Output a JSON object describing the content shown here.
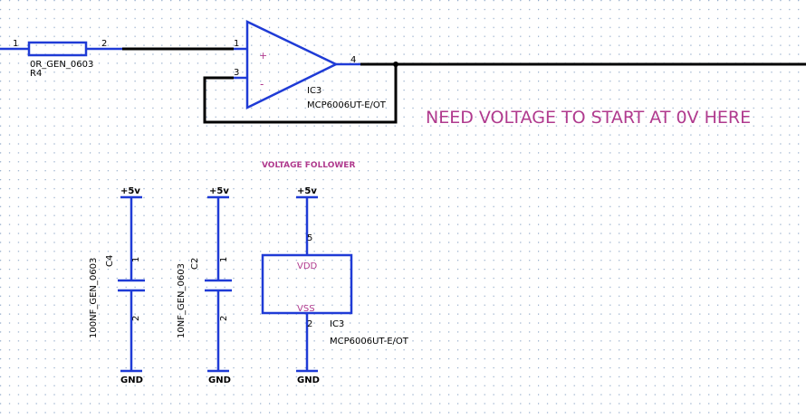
{
  "colors": {
    "grid": "#8fa8c8",
    "wire": "#000000",
    "component": "#1f3bd6",
    "annotation": "#b03a8e"
  },
  "resistor": {
    "pin1": "1",
    "pin2": "2",
    "value": "0R_GEN_0603",
    "ref": "R4"
  },
  "opamp": {
    "ref": "IC3",
    "part": "MCP6006UT-E/OT",
    "pin_in_plus": "1",
    "pin_in_minus": "3",
    "pin_out": "4",
    "plus_sign": "+",
    "minus_sign": "-"
  },
  "note": "NEED VOLTAGE TO START AT 0V HERE",
  "section_label": "VOLTAGE FOLLOWER",
  "cap_c4": {
    "ref": "C4",
    "value": "100NF_GEN_0603",
    "pin1": "1",
    "pin2": "2",
    "supply": "+5v",
    "ground": "GND"
  },
  "cap_c2": {
    "ref": "C2",
    "value": "10NF_GEN_0603",
    "pin1": "1",
    "pin2": "2",
    "supply": "+5v",
    "ground": "GND"
  },
  "power_unit": {
    "ref": "IC3",
    "part": "MCP6006UT-E/OT",
    "vdd": "VDD",
    "vss": "VSS",
    "pin_vdd": "5",
    "pin_vss": "2",
    "supply": "+5v",
    "ground": "GND"
  }
}
